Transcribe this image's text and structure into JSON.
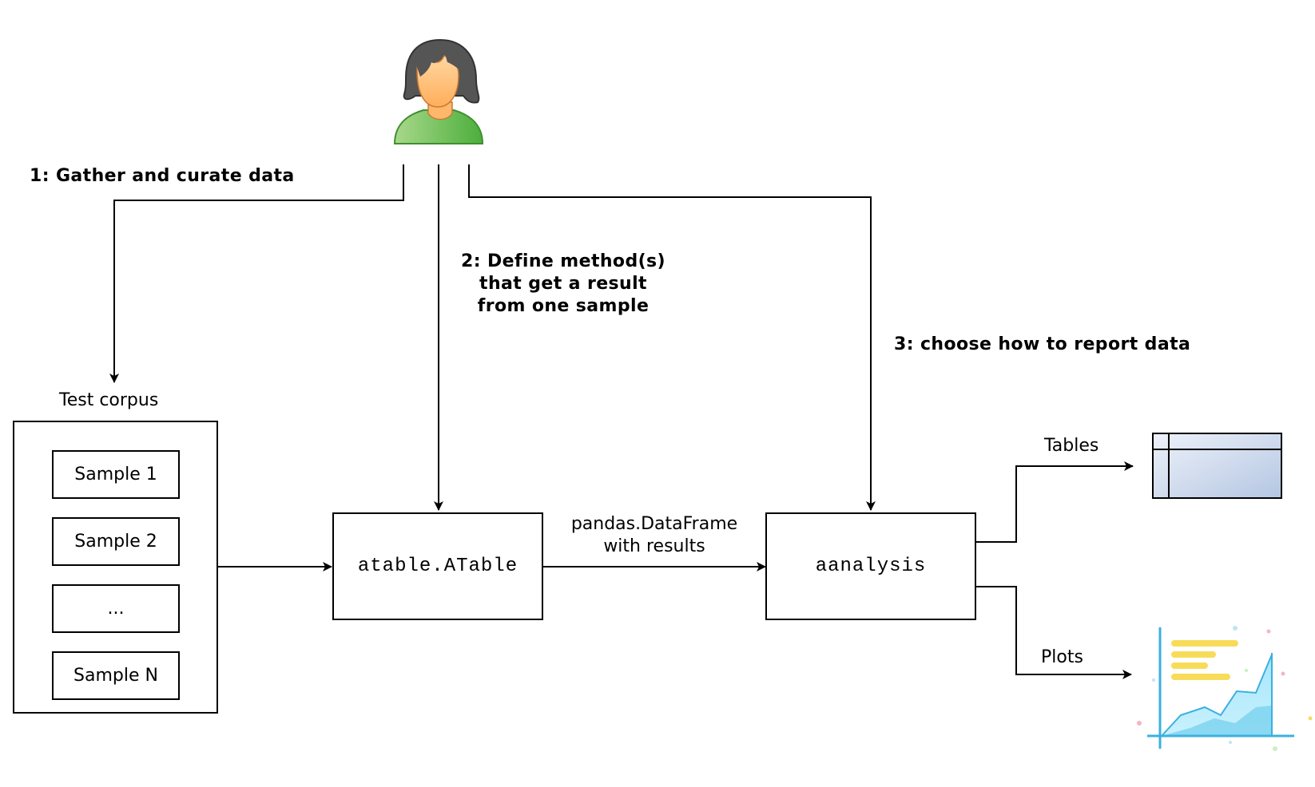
{
  "steps": {
    "step1": "1: Gather and curate data",
    "step2_lines": [
      "2: Define method(s)",
      "that get a result",
      "from one sample"
    ],
    "step3": "3: choose how to report data"
  },
  "corpus": {
    "title": "Test corpus",
    "samples": [
      "Sample 1",
      "Sample 2",
      "...",
      "Sample N"
    ]
  },
  "nodes": {
    "atable": "atable.ATable",
    "aanalysis": "aanalysis"
  },
  "edge_label_lines": [
    "pandas.DataFrame",
    "with results"
  ],
  "outputs": {
    "tables": "Tables",
    "plots": "Plots"
  },
  "icons": {
    "user": "user-avatar-icon",
    "table": "table-icon",
    "plot": "area-chart-icon"
  },
  "colors": {
    "shirt": "#5cb84a",
    "skin": "#ffb86b",
    "hair": "#555555",
    "table_fill": "#c4d3ea",
    "plot_area": "#7fd3f0",
    "plot_bars": "#f7dc5a"
  }
}
